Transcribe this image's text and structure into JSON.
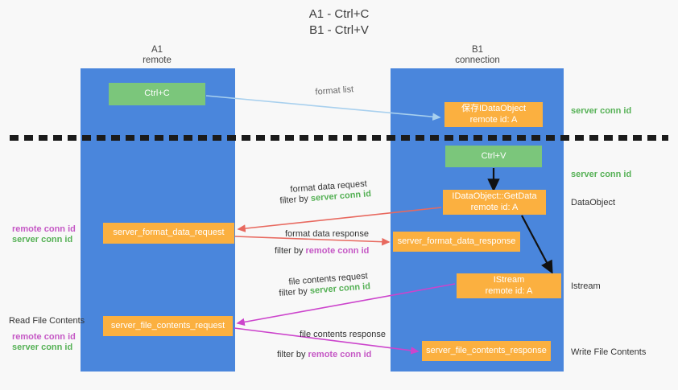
{
  "title": {
    "line1": "A1 - Ctrl+C",
    "line2": "B1 - Ctrl+V"
  },
  "columns": [
    {
      "name": "A1",
      "sub": "remote"
    },
    {
      "name": "B1",
      "sub": "connection"
    }
  ],
  "nodes": {
    "ctrl_c": {
      "label": "Ctrl+C",
      "color": "#7bc67b"
    },
    "save_idataobject": {
      "line1": "保存IDataObject",
      "line2": "remote id: A",
      "color": "#fbb040"
    },
    "ctrl_v": {
      "label": "Ctrl+V",
      "color": "#7bc67b"
    },
    "getdata": {
      "line1": "IDataObject::GetData",
      "line2": "remote id: A",
      "color": "#fbb040"
    },
    "server_format_data_request": {
      "label": "server_format_data_request",
      "color": "#fbb040"
    },
    "server_format_data_response": {
      "label": "server_format_data_response",
      "color": "#fbb040"
    },
    "istream": {
      "line1": "IStream",
      "line2": "remote id: A",
      "color": "#fbb040"
    },
    "server_file_contents_request": {
      "label": "server_file_contents_request",
      "color": "#fbb040"
    },
    "server_file_contents_response": {
      "label": "server_file_contents_response",
      "color": "#fbb040"
    }
  },
  "edge_labels": {
    "format_list": "format list",
    "format_data_request": "format data request",
    "filter_by": "filter by ",
    "server_conn_id": "server conn id",
    "remote_conn_id": "remote conn id",
    "format_data_response": "format data response",
    "file_contents_request": "file contents request",
    "file_contents_response": "file contents response"
  },
  "side_labels": {
    "server_conn_id_top": "server conn id",
    "server_conn_id_mid": "server conn id",
    "dataobject": "DataObject",
    "istream": "Istream",
    "write_file_contents": "Write File Contents",
    "read_file_contents": "Read File Contents",
    "remote_conn_id": "remote conn id",
    "server_conn_id": "server conn id"
  },
  "colors": {
    "panel": "#4a86dc",
    "green_node": "#7bc67b",
    "orange_node": "#fbb040",
    "green_text": "#56b156",
    "purple_text": "#c558c5",
    "red_arrow": "#e8695f",
    "magenta_arrow": "#cc44cc",
    "blue_arrow": "#a8d0ee",
    "black_arrow": "#111111",
    "background": "#f8f8f8"
  }
}
